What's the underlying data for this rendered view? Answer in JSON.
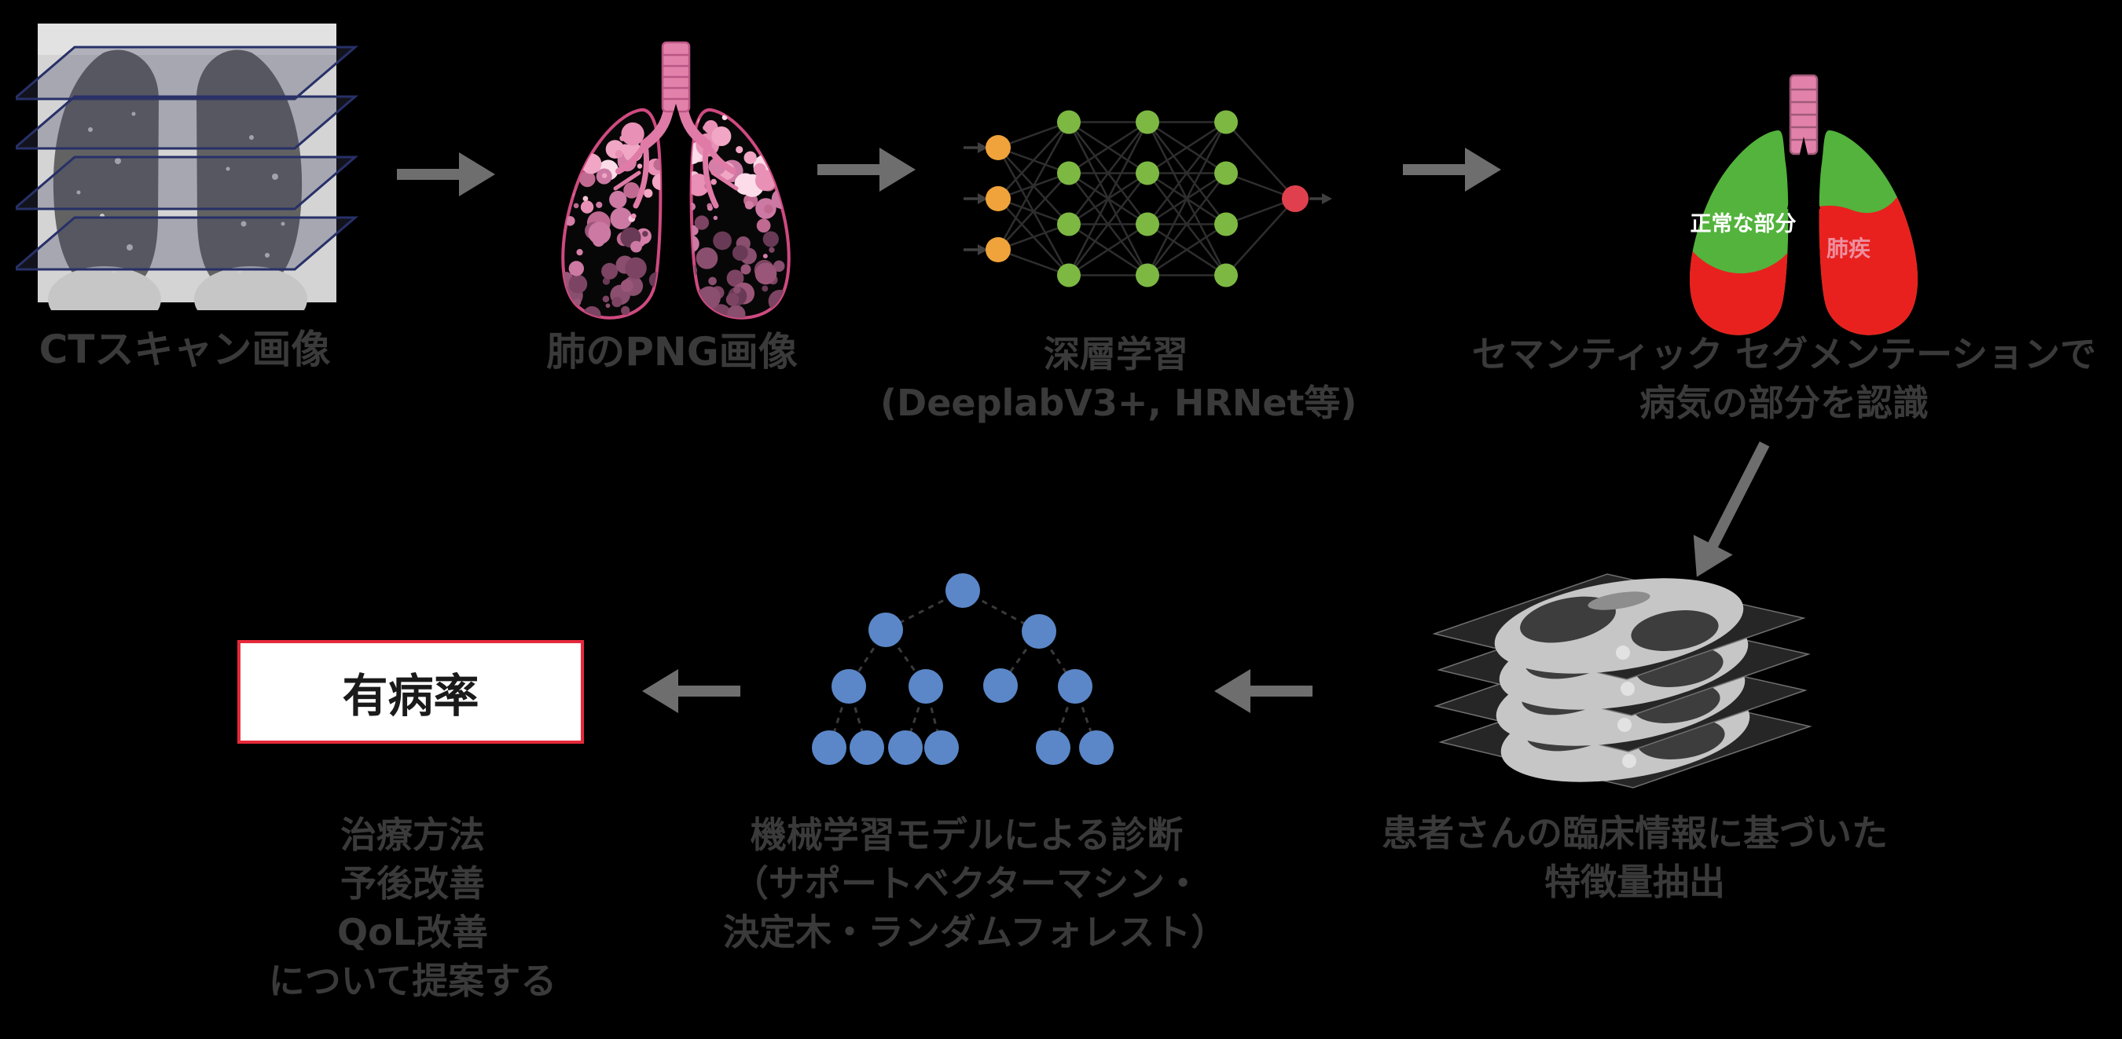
{
  "nodes": {
    "ct_scan": {
      "label": "CTスキャン画像"
    },
    "lung_png": {
      "label": "肺のPNG画像"
    },
    "deep_learning": {
      "line1": "深層学習",
      "line2": "(DeeplabV3+, HRNet等)"
    },
    "segmentation": {
      "line1": "セマンティック セグメンテーションで",
      "line2": "病気の部分を認識",
      "normal_label": "正常な部分",
      "disease_label": "肺疾"
    },
    "feature_extraction": {
      "line1": "患者さんの臨床情報に基づいた",
      "line2": "特徴量抽出"
    },
    "ml_diagnosis": {
      "line1": "機械学習モデルによる診断",
      "line2": "（サポートベクターマシン・",
      "line3": "決定木・ランダムフォレスト）"
    },
    "prevalence": {
      "label": "有病率"
    },
    "proposal": {
      "line1": "治療方法",
      "line2": "予後改善",
      "line3": "QoL改善",
      "line4": "について提案する"
    }
  },
  "colors": {
    "background": "#000000",
    "arrow": "#6e6e6e",
    "caption_text": "#3a3a3a",
    "prevalence_border": "#e5293b",
    "prevalence_bg": "#ffffff",
    "prevalence_text": "#1a1a1a",
    "lung_outline_pink": "#cf4a80",
    "trachea_pink": "#e282ab",
    "seg_green": "#53b33c",
    "seg_red": "#e8211f",
    "seg_normal_text": "#ffffff",
    "seg_disease_text": "#f0a2b4",
    "tree_node_blue": "#5b87c8"
  },
  "figures": {
    "neural_network": {
      "layers": [
        3,
        4,
        4,
        4,
        1
      ],
      "layer_colors": [
        "#f0a33a",
        "#7db843",
        "#7db843",
        "#7db843",
        "#e0404d"
      ],
      "edge_color": "#2e2e2e",
      "io_arrow_color": "#3f3f3f"
    },
    "decision_tree": {
      "node_color": "#5b87c8",
      "edge_color": "#3a3a3a",
      "node_count": 13,
      "edges": [
        [
          0,
          1
        ],
        [
          0,
          2
        ],
        [
          1,
          3
        ],
        [
          1,
          4
        ],
        [
          2,
          5
        ],
        [
          2,
          6
        ],
        [
          3,
          7
        ],
        [
          3,
          8
        ],
        [
          4,
          9
        ],
        [
          4,
          10
        ],
        [
          6,
          11
        ],
        [
          6,
          12
        ]
      ]
    }
  }
}
